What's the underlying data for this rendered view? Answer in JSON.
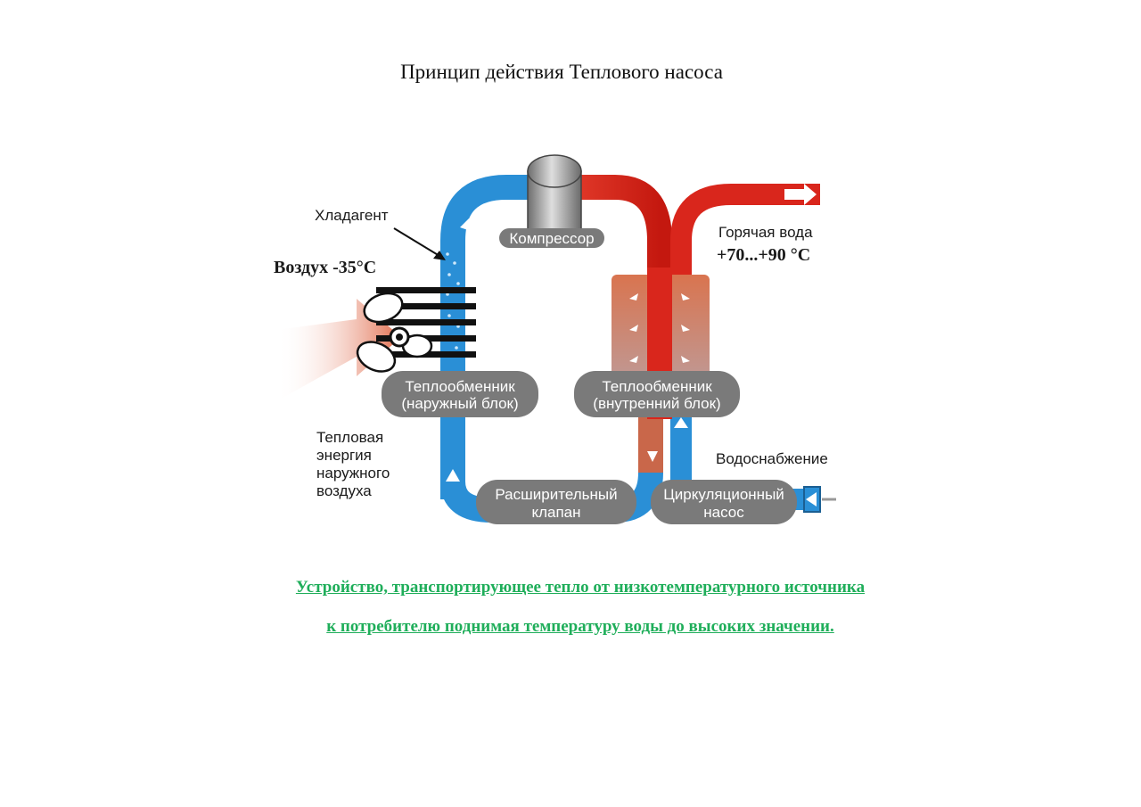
{
  "title": "Принцип действия Теплового насоса",
  "diagram": {
    "refrigerant_label": "Хладагент",
    "air_label": "Воздух -35°C",
    "compressor_label": "Компрессор",
    "hot_water_label_1": "Горячая вода",
    "hot_water_label_2": "+70...+90 °C",
    "outdoor_exchanger_1": "Теплообменник",
    "outdoor_exchanger_2": "(наружный блок)",
    "indoor_exchanger_1": "Теплообменник",
    "indoor_exchanger_2": "(внутренний блок)",
    "thermal_energy_1": "Тепловая",
    "thermal_energy_2": "энергия",
    "thermal_energy_3": "наружного",
    "thermal_energy_4": "воздуха",
    "water_supply_label": "Водоснабжение",
    "expansion_valve_1": "Расширительный",
    "expansion_valve_2": "клапан",
    "circulation_pump_1": "Циркуляционный",
    "circulation_pump_2": "насос",
    "colors": {
      "cold": "#2a8fd6",
      "hot": "#d9261c",
      "pill": "#7a7a7a",
      "heat_block": "#c9674a"
    }
  },
  "caption": {
    "line1": "Устройство, транспортирующее тепло от низкотемпературного источника",
    "line2": " к потребителю поднимая температуру воды до высоких значении."
  }
}
